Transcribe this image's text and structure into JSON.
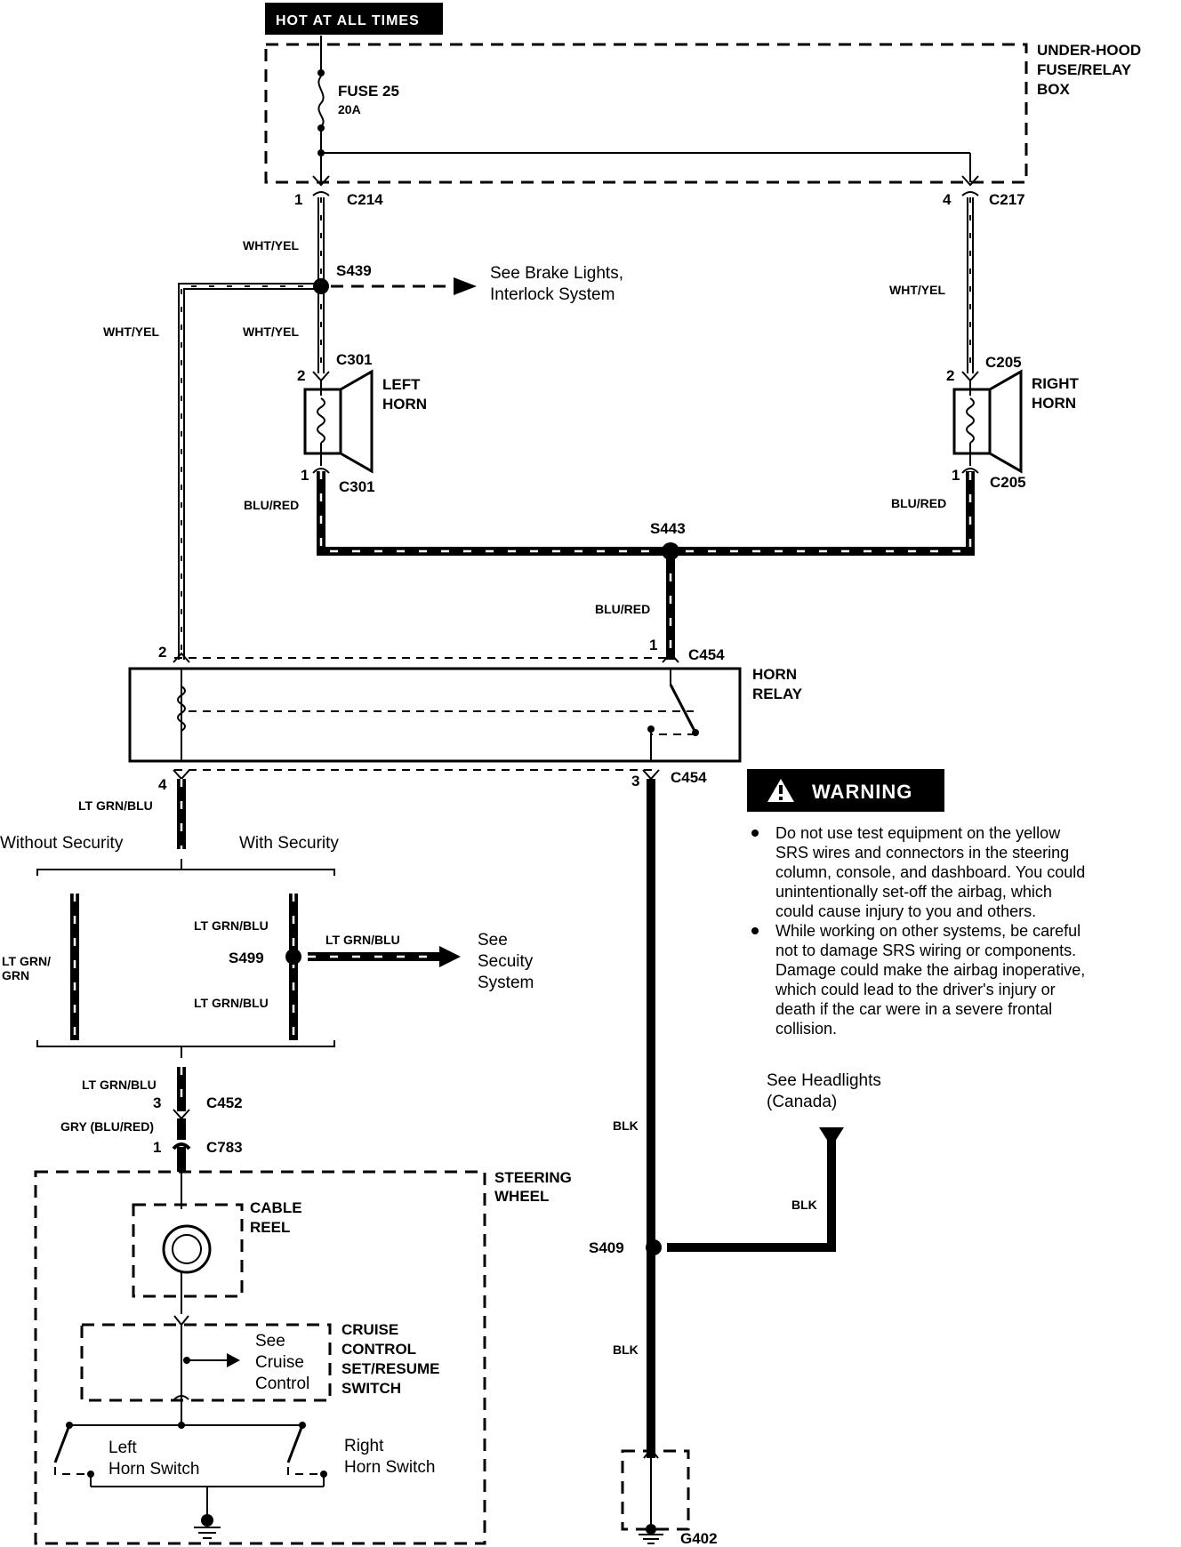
{
  "header": {
    "title": "HOT AT ALL TIMES"
  },
  "fuse_box": {
    "label_line1": "UNDER-HOOD",
    "label_line2": "FUSE/RELAY",
    "label_line3": "BOX",
    "fuse_name": "FUSE 25",
    "fuse_rating": "20A"
  },
  "connectors": {
    "c214": "C214",
    "c214_pin": "1",
    "c217": "C217",
    "c217_pin": "4",
    "c301_top": "C301",
    "c301_top_pin": "2",
    "c301_bot": "C301",
    "c301_bot_pin": "1",
    "c205_top": "C205",
    "c205_top_pin": "2",
    "c205_bot": "C205",
    "c205_bot_pin": "1",
    "c454_top": "C454",
    "c454_top_pin_left": "2",
    "c454_top_pin_right": "1",
    "c454_bot": "C454",
    "c454_bot_pin_left": "4",
    "c454_bot_pin_right": "3",
    "c452": "C452",
    "c452_pin": "3",
    "c783": "C783",
    "c783_pin": "1"
  },
  "splices": {
    "s439": "S439",
    "s443": "S443",
    "s499": "S499",
    "s409": "S409"
  },
  "ground": {
    "g402": "G402"
  },
  "wires": {
    "wht_yel_1": "WHT/YEL",
    "wht_yel_2": "WHT/YEL",
    "wht_yel_3": "WHT/YEL",
    "wht_yel_4": "WHT/YEL",
    "blu_red_1": "BLU/RED",
    "blu_red_2": "BLU/RED",
    "blu_red_3": "BLU/RED",
    "lt_grn_blu_1": "LT GRN/BLU",
    "lt_grn_blu_2": "LT GRN/BLU",
    "lt_grn_blu_3": "LT GRN/BLU",
    "lt_grn_blu_4": "LT GRN/BLU",
    "lt_grn_blu_5": "LT GRN/BLU",
    "lt_grn_grn_1": "LT GRN/",
    "lt_grn_grn_2": "GRN",
    "gry": "GRY (BLU/RED)",
    "blk_1": "BLK",
    "blk_2": "BLK",
    "blk_3": "BLK"
  },
  "components": {
    "left_horn_1": "LEFT",
    "left_horn_2": "HORN",
    "right_horn_1": "RIGHT",
    "right_horn_2": "HORN",
    "horn_relay_1": "HORN",
    "horn_relay_2": "RELAY",
    "steering_1": "STEERING",
    "steering_2": "WHEEL",
    "cable_reel_1": "CABLE",
    "cable_reel_2": "REEL",
    "cruise_1": "CRUISE",
    "cruise_2": "CONTROL",
    "cruise_3": "SET/RESUME",
    "cruise_4": "SWITCH",
    "left_switch_1": "Left",
    "left_switch_2": "Horn Switch",
    "right_switch_1": "Right",
    "right_switch_2": "Horn Switch"
  },
  "refs": {
    "brake_1": "See  Brake Lights,",
    "brake_2": "Interlock System",
    "security_1": "See",
    "security_2": "Secuity",
    "security_3": "System",
    "headlights_1": "See Headlights",
    "headlights_2": "(Canada)",
    "cruise_ref_1": "See",
    "cruise_ref_2": "Cruise",
    "cruise_ref_3": "Control",
    "without_security": "Without Security",
    "with_security": "With Security"
  },
  "warning": {
    "title": "WARNING",
    "bullet1": [
      "Do not use test equipment on the yellow",
      "SRS wires and connectors in the steering",
      "column, console, and dashboard. You could",
      "unintentionally set-off the airbag, which",
      "could cause injury to you and others."
    ],
    "bullet2": [
      "While working on other systems, be careful",
      "not to damage SRS wiring or components.",
      "Damage could make the airbag inoperative,",
      "which could lead to the driver's injury or",
      "death if the car were in a severe frontal",
      "collision."
    ]
  }
}
